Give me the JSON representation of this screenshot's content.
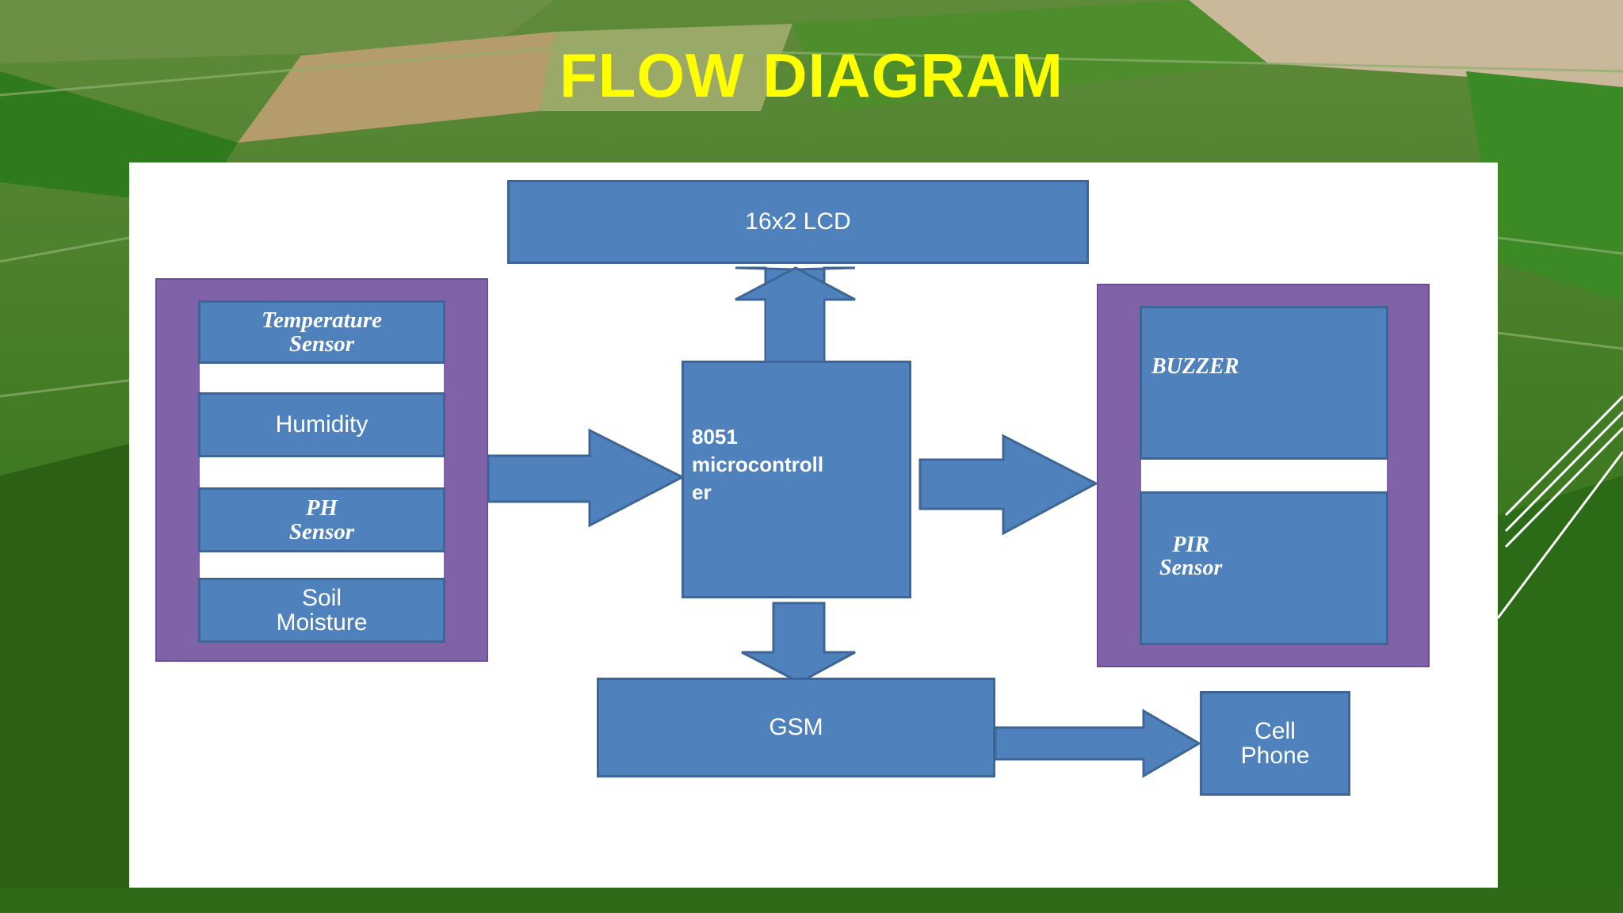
{
  "slide": {
    "title": "FLOW DIAGRAM"
  },
  "diagram": {
    "lcd": "16x2 LCD",
    "sensors": {
      "temperature": "Temperature\nSensor",
      "humidity": "Humidity",
      "ph": "PH\nSensor",
      "soil": "Soil\nMoisture"
    },
    "microcontroller": "8051\nmicrocontroll\ner",
    "outputs": {
      "buzzer": "BUZZER",
      "pir": "PIR\nSensor"
    },
    "gsm": "GSM",
    "cell_phone": "Cell\nPhone"
  },
  "colors": {
    "title": "#ffff00",
    "box_fill": "#4f81bd",
    "group_fill": "#8062a8",
    "panel": "#ffffff"
  }
}
